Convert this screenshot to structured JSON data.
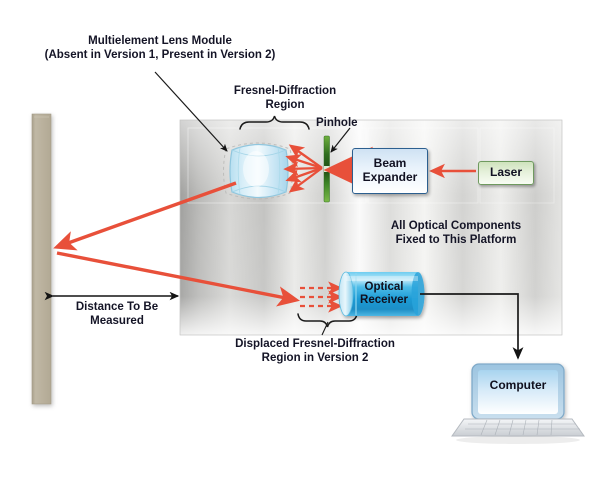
{
  "diagram": {
    "title_labels": {
      "lens_module": "Multielement Lens Module\n(Absent in Version 1, Present in Version 2)",
      "lens_module_line1": "Multielement Lens Module",
      "lens_module_line2": "(Absent in Version 1, Present in Version 2)",
      "fresnel_region": "Fresnel-Diffraction\nRegion",
      "fresnel_region_line1": "Fresnel-Diffraction",
      "fresnel_region_line2": "Region",
      "pinhole": "Pinhole",
      "platform_note_line1": "All Optical Components",
      "platform_note_line2": "Fixed to This Platform",
      "distance_line1": "Distance To Be",
      "distance_line2": "Measured",
      "displaced_line1": "Displaced Fresnel-Diffraction",
      "displaced_line2": "Region in Version 2"
    },
    "components": {
      "beam_expander_line1": "Beam",
      "beam_expander_line2": "Expander",
      "laser": "Laser",
      "optical_receiver_line1": "Optical",
      "optical_receiver_line2": "Receiver",
      "computer": "Computer",
      "wall": "target-wall",
      "platform": "optical-platform",
      "lens": "multielement-lens",
      "pinhole_element": "pinhole-aperture"
    },
    "colors": {
      "beam_red": "#e8503a",
      "pinhole_green": "#4f9a2f",
      "laser_green_border": "#6f9a5f",
      "beam_expander_blue": "#2c5f8f",
      "receiver_cyan": "#27a9e1",
      "wall_tan": "#b9b09c",
      "platform_gray": "#d8d8d6",
      "text_navy": "#141426",
      "connector_black": "#1a1a1a"
    }
  }
}
